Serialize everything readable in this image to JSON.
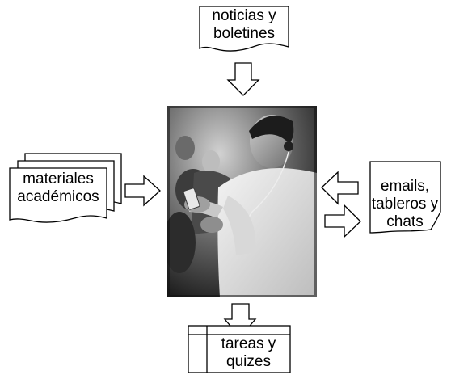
{
  "nodes": {
    "news": {
      "lines": [
        "noticias y",
        "boletines"
      ],
      "shape": "document"
    },
    "materials": {
      "lines": [
        "materiales",
        "académicos"
      ],
      "shape": "multi-document"
    },
    "messaging": {
      "lines": [
        "emails,",
        "tableros y",
        "chats"
      ],
      "shape": "document"
    },
    "tasks": {
      "lines": [
        "tareas y",
        "quizes"
      ],
      "shape": "internal-storage"
    },
    "center": {
      "image": "man-with-mobile-device-photo",
      "tone": "grayscale"
    }
  },
  "arrows": [
    {
      "from": "news",
      "to": "center",
      "direction": "down",
      "style": "hollow-block"
    },
    {
      "from": "materials",
      "to": "center",
      "direction": "right",
      "style": "hollow-block"
    },
    {
      "from": "messaging",
      "to": "center",
      "direction": "left",
      "style": "hollow-block"
    },
    {
      "from": "center",
      "to": "messaging",
      "direction": "right",
      "style": "hollow-block"
    },
    {
      "from": "center",
      "to": "tasks",
      "direction": "down",
      "style": "hollow-block"
    }
  ],
  "colors": {
    "stroke": "#000000",
    "fill": "#ffffff"
  }
}
